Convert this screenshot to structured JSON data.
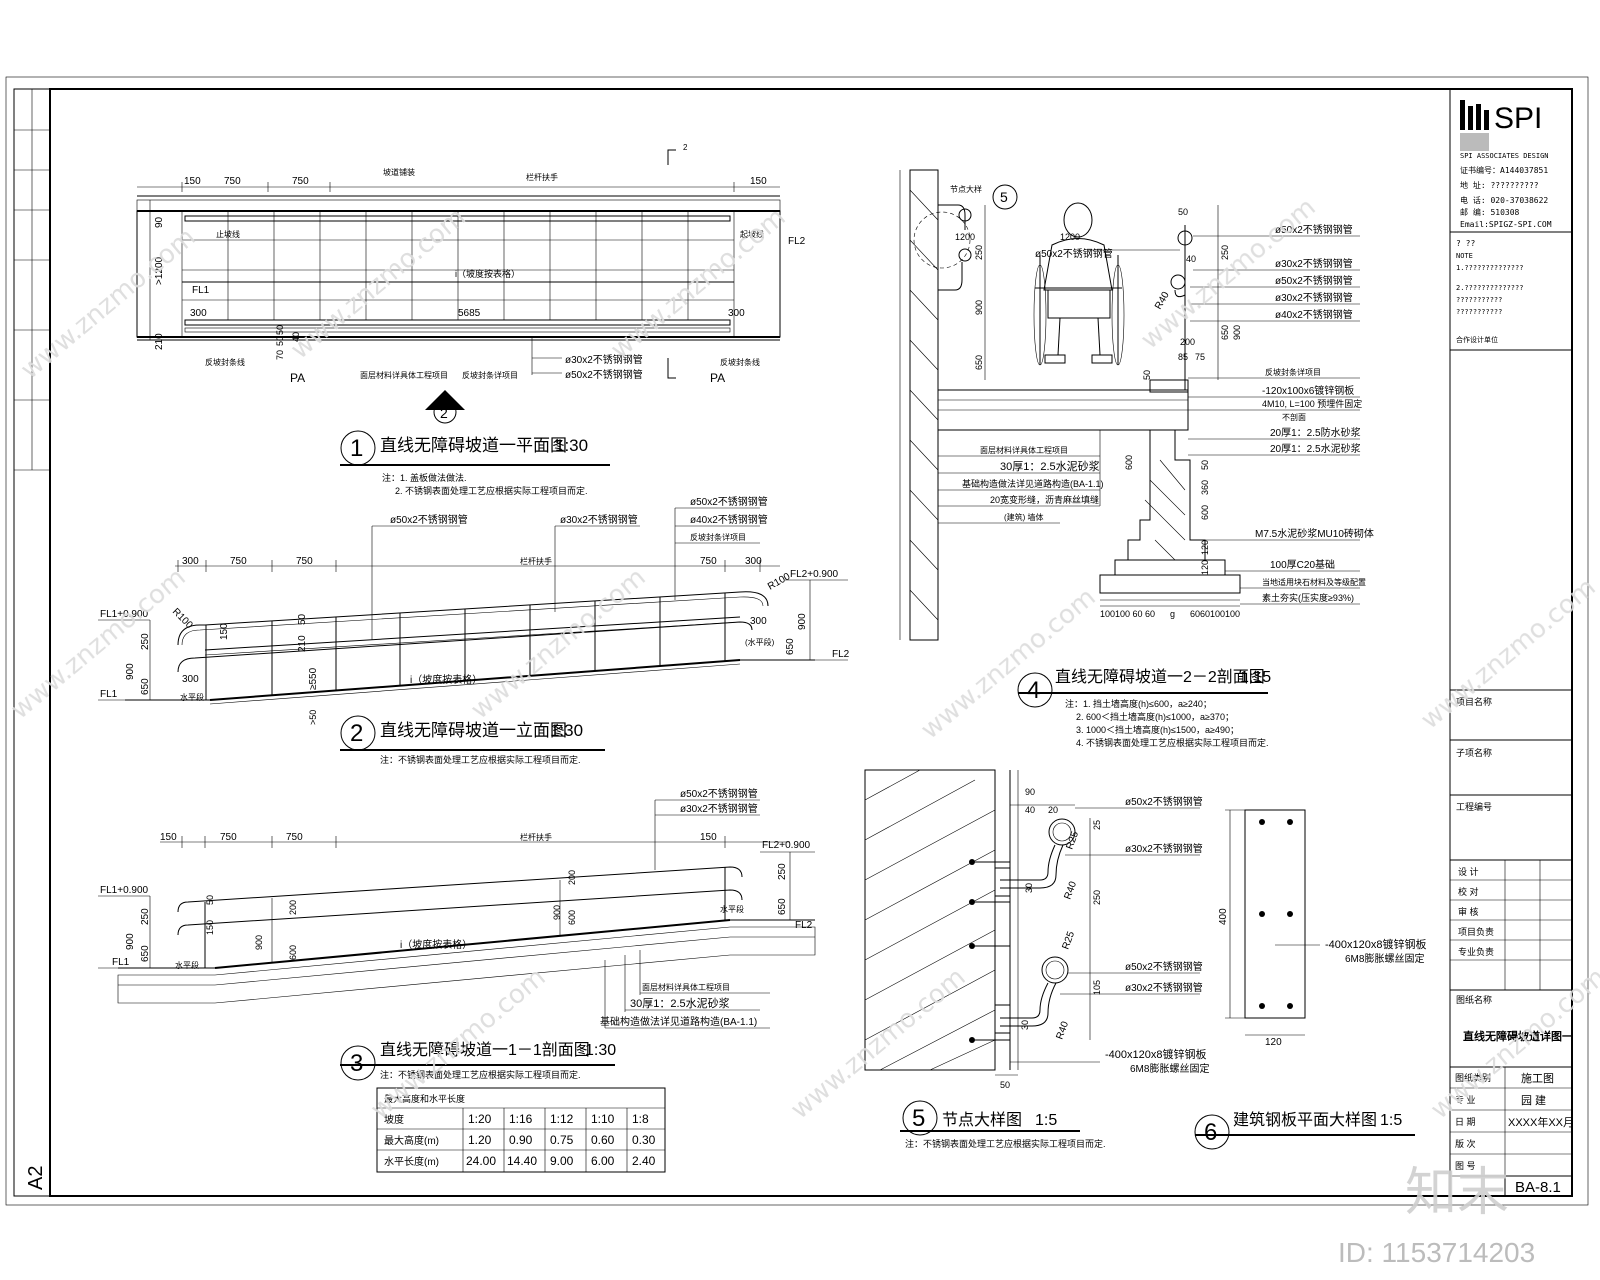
{
  "sheet": {
    "paper_size": "A2",
    "drawing_no": "BA-8.1",
    "stage": "施工图",
    "discipline": "园 建",
    "date": "XXXX年XX月",
    "drawing_title": "直线无障碍坡道详图一"
  },
  "company": {
    "logo_text": "SPI",
    "license": "A144037851",
    "phone1": "020-37038622",
    "postcode": "510308",
    "email": "Email:SPIGZ-SPI.COM"
  },
  "plan": {
    "title": "直线无障碍坡道一平面图",
    "scale": "1:30",
    "number": "1",
    "dims_top": [
      "150",
      "750",
      "750",
      "150"
    ],
    "dims_side": [
      "90",
      ">1200",
      "210"
    ],
    "dims_inner": [
      "300",
      "5685",
      "300",
      "50",
      "70",
      "50",
      "40"
    ],
    "labels": {
      "top_mid": "坡道铺装",
      "top_right": "栏杆扶手",
      "stop_left": "止坡线",
      "stop_right": "起坡线",
      "slope": "i（坡度按表格）",
      "fl1": "FL1",
      "fl2": "FL2",
      "pa_left": "PA",
      "pa_right": "PA",
      "sec_mark": "2",
      "note_a": "反坡封条线",
      "note_b": "面层材料详具体工程项目",
      "note_c": "反坡封条详项目",
      "pipe1": "ø30x2不锈钢钢管",
      "pipe2": "ø50x2不锈钢钢管",
      "note_d": "反坡封条线"
    },
    "notes": [
      "注：1. 盖板做法做法.",
      "2. 不锈钢表面处理工艺应根据实际工程项目而定."
    ]
  },
  "elevation": {
    "title": "直线无障碍坡道一立面图",
    "scale": "1:30",
    "number": "2",
    "dims_top": [
      "300",
      "750",
      "750",
      "750",
      "300"
    ],
    "labels": {
      "pipe50": "ø50x2不锈钢钢管",
      "pipe30": "ø30x2不锈钢钢管",
      "pipe50b": "ø50x2不锈钢钢管",
      "pipe40": "ø40x2不锈钢钢管",
      "reflect": "反坡封条详项目",
      "top": "栏杆扶手",
      "fl1": "FL1",
      "fl1h": "FL1+0.900",
      "fl2": "FL2",
      "fl2h": "FL2+0.900",
      "slope": "i（坡度按表格）",
      "r100a": "R100",
      "r100b": "R100",
      "level": "水平段",
      "d250": "250",
      "d900": "900",
      "d650": "650",
      "d300a": "300",
      "d300b": "300",
      "d150": "150",
      "d210": "210",
      "d50": "50",
      "d550": "≥550",
      "d50b": ">50"
    },
    "notes": [
      "注：不锈钢表面处理工艺应根据实际工程项目而定."
    ]
  },
  "section11": {
    "title": "直线无障碍坡道一1－1剖面图",
    "scale": "1:30",
    "number": "3",
    "dims_top": [
      "150",
      "750",
      "750",
      "150"
    ],
    "labels": {
      "pipe50": "ø50x2不锈钢钢管",
      "pipe30": "ø30x2不锈钢钢管",
      "top": "栏杆扶手",
      "fl1": "FL1",
      "fl1h": "FL1+0.900",
      "fl2": "FL2",
      "fl2h": "FL2+0.900",
      "slope": "i（坡度按表格）",
      "level": "水平段",
      "level2": "水平段",
      "layer1": "面层材料详具体工程项目",
      "layer2": "30厚1：2.5水泥砂浆",
      "layer3": "基础构造做法详见道路构造(BA-1.1)",
      "d250": "250",
      "d650": "650",
      "d900": "900",
      "d200": "200",
      "d600": "600",
      "d50": "50",
      "d150": "150"
    },
    "notes": [
      "注：不锈钢表面处理工艺应根据实际工程项目而定."
    ]
  },
  "slope_table": {
    "title": "最大高度和水平长度",
    "row_headers": [
      "坡度",
      "最大高度(m)",
      "水平长度(m)"
    ],
    "columns": [
      "1:20",
      "1:16",
      "1:12",
      "1:10",
      "1:8"
    ],
    "heights": [
      "1.20",
      "0.90",
      "0.75",
      "0.60",
      "0.30"
    ],
    "lengths": [
      "24.00",
      "14.40",
      "9.00",
      "6.00",
      "2.40"
    ]
  },
  "section22": {
    "title": "直线无障碍坡道一2－2剖面图",
    "scale": "1:15",
    "number": "4",
    "labels": {
      "node": "节点大样",
      "node_no": "5",
      "d50": "50",
      "pipe50a": "ø50x2不锈钢钢管",
      "pipe30a": "ø30x2不锈钢钢管",
      "pipe50b": "ø50x2不锈钢钢管",
      "pipe30b": "ø30x2不锈钢钢管",
      "pipe40": "ø40x2不锈钢钢管",
      "d1200": "1200",
      "d250": "250",
      "d900": "900",
      "d650": "650",
      "d40": "40",
      "r40": "R40",
      "d200": "200",
      "d75": "75",
      "d50b": "50",
      "d85": "85",
      "reflect": "反坡封条详项目",
      "plate": "-120x100x6镀锌钢板",
      "bolt": "4M10, L=100 预埋件固定",
      "screed": "20厚1：2.5防水砂浆",
      "screed2": "20厚1：2.5水泥砂浆",
      "cover": "不剖面",
      "surface": "面层材料详具体工程项目",
      "mortar": "30厚1：2.5水泥砂浆",
      "base": "基础构造做法详见道路构造(BA-1.1)",
      "gravel": "20宽变形缝，沥青麻丝填缝",
      "wall": "(建筑) 墙体",
      "brick": "M7.5水泥砂浆MU10砖砌体",
      "conc": "100厚C20基础",
      "rock": "当地适用块石材料及等级配置",
      "soil": "素土夯实(压实度≥93%)",
      "d360": "360",
      "d600": "600",
      "d120": "120",
      "d600b": "600",
      "d120b": "120",
      "d50c": "50",
      "bottom_dims": "100100 60 60",
      "bottom_dims2": "6060100100",
      "bottom_g": "g"
    },
    "notes": [
      "注：1. 挡土墙高度(h)≤600，a≥240；",
      "2. 600＜挡土墙高度(h)≤1000，a≥370；",
      "3. 1000＜挡土墙高度(h)≤1500，a≥490；",
      "4. 不锈钢表面处理工艺应根据实际工程项目而定."
    ]
  },
  "node5": {
    "title": "节点大样图",
    "scale": "1:5",
    "number": "5",
    "labels": {
      "d90": "90",
      "d40": "40",
      "d20": "20",
      "d25": "25",
      "d250": "250",
      "d105": "105",
      "d50": "50",
      "r25a": "R25",
      "r25b": "R25",
      "r40a": "R40",
      "r40b": "R40",
      "d30a": "30",
      "d30b": "30",
      "pipe50a": "ø50x2不锈钢钢管",
      "pipe30a": "ø30x2不锈钢钢管",
      "pipe50b": "ø50x2不锈钢钢管",
      "pipe30b": "ø30x2不锈钢钢管",
      "plate": "-400x120x8镀锌钢板",
      "bolt": "6M8膨胀螺丝固定"
    },
    "notes": [
      "注：不锈钢表面处理工艺应根据实际工程项目而定."
    ]
  },
  "plate6": {
    "title": "建筑钢板平面大样图",
    "scale": "1:5",
    "number": "6",
    "labels": {
      "height": "400",
      "width": "120",
      "plate": "-400x120x8镀锌钢板",
      "bolt": "6M8膨胀螺丝固定"
    }
  },
  "watermark": {
    "text": "www.znzmo.com",
    "logo": "知末",
    "id": "ID: 1153714203"
  },
  "tb_labels": {
    "proj1": "项目名称",
    "proj2": "子项名称",
    "proj3": "工程编号",
    "r1": "设 计",
    "r2": "校 对",
    "r3": "审 核",
    "r4": "项目负责",
    "r5": "专业负责",
    "r6": "图纸名称",
    "r7": "图纸类别",
    "r8": "专 业",
    "r9": "日 期",
    "r10": "图 号",
    "r11": "版 次"
  }
}
